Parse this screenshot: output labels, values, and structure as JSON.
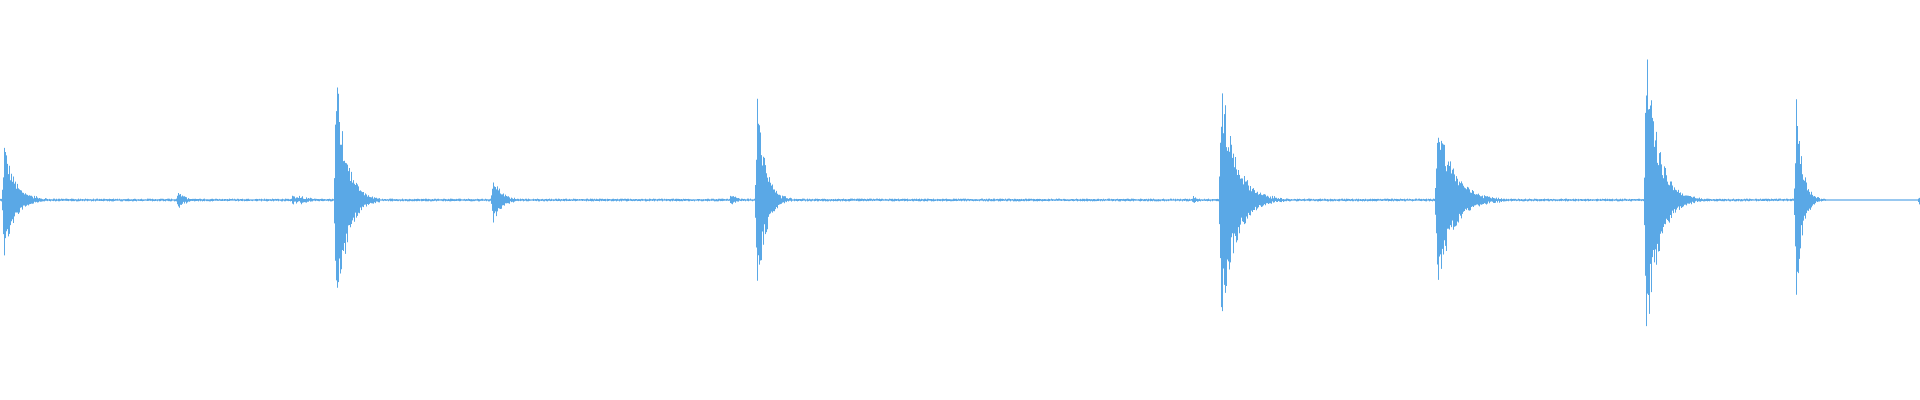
{
  "colors": {
    "background": "#ffffff",
    "waveform": "#5aa8e6"
  },
  "chart_data": {
    "type": "area",
    "title": "",
    "xlabel": "",
    "ylabel": "",
    "x_range": [
      0,
      1920
    ],
    "y_range": [
      -1,
      1
    ],
    "grid": false,
    "legend": "none",
    "baseline_amplitude": 0.006,
    "silence_after_x": 1825,
    "noise_floor_amplitude": 0.004,
    "bursts": [
      {
        "x": 4,
        "up": 0.38,
        "down": 0.38,
        "decay": 10
      },
      {
        "x": 18,
        "up": 0.08,
        "down": 0.08,
        "decay": 12
      },
      {
        "x": 178,
        "up": 0.06,
        "down": 0.06,
        "decay": 6
      },
      {
        "x": 292,
        "up": 0.03,
        "down": 0.03,
        "decay": 18
      },
      {
        "x": 336,
        "up": 0.85,
        "down": 0.85,
        "decay": 10
      },
      {
        "x": 493,
        "up": 0.16,
        "down": 0.16,
        "decay": 8
      },
      {
        "x": 731,
        "up": 0.04,
        "down": 0.04,
        "decay": 5
      },
      {
        "x": 757,
        "up": 0.66,
        "down": 0.66,
        "decay": 8
      },
      {
        "x": 1193,
        "up": 0.02,
        "down": 0.02,
        "decay": 6
      },
      {
        "x": 1221,
        "up": 0.82,
        "down": 0.82,
        "decay": 14
      },
      {
        "x": 1437,
        "up": 0.58,
        "down": 0.58,
        "decay": 16
      },
      {
        "x": 1486,
        "up": 0.03,
        "down": 0.03,
        "decay": 12
      },
      {
        "x": 1646,
        "up": 1.0,
        "down": 1.0,
        "decay": 12
      },
      {
        "x": 1796,
        "up": 0.65,
        "down": 0.65,
        "decay": 6
      },
      {
        "x": 1920,
        "up": 0.05,
        "down": 0.05,
        "decay": 2
      }
    ]
  }
}
